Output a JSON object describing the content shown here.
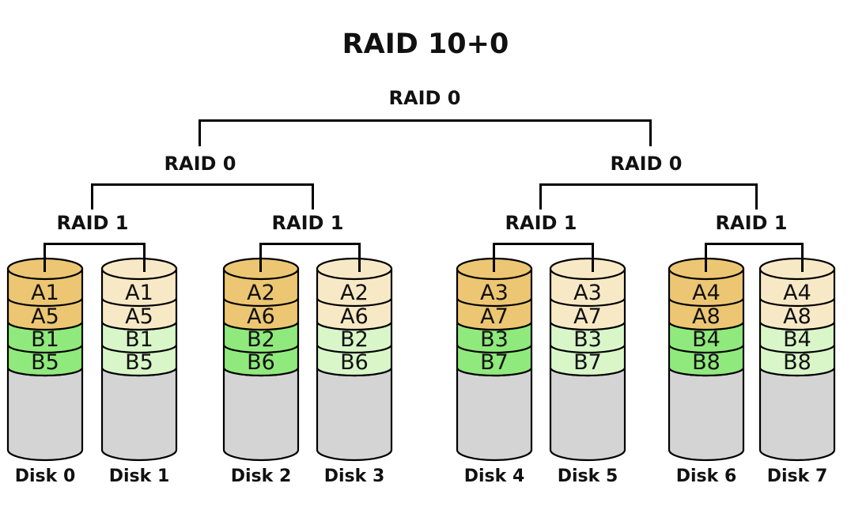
{
  "title": "RAID 10+0",
  "colors": {
    "stripe_a": "#ecc672",
    "stripe_a_mirror": "#f8e9c6",
    "stripe_b": "#90e97c",
    "stripe_b_mirror": "#d9f6c9",
    "disk_body": "#d4d4d4",
    "line": "#000000",
    "label_text": "#111111"
  },
  "tree": {
    "root_label": "RAID 0",
    "level2_labels": [
      "RAID 0",
      "RAID 0"
    ],
    "mirror_labels": [
      "RAID 1",
      "RAID 1",
      "RAID 1",
      "RAID 1"
    ]
  },
  "disks": [
    {
      "name": "Disk 0",
      "blocks": [
        "A1",
        "A5",
        "B1",
        "B5"
      ]
    },
    {
      "name": "Disk 1",
      "blocks": [
        "A1",
        "A5",
        "B1",
        "B5"
      ]
    },
    {
      "name": "Disk 2",
      "blocks": [
        "A2",
        "A6",
        "B2",
        "B6"
      ]
    },
    {
      "name": "Disk 3",
      "blocks": [
        "A2",
        "A6",
        "B2",
        "B6"
      ]
    },
    {
      "name": "Disk 4",
      "blocks": [
        "A3",
        "A7",
        "B3",
        "B7"
      ]
    },
    {
      "name": "Disk 5",
      "blocks": [
        "A3",
        "A7",
        "B3",
        "B7"
      ]
    },
    {
      "name": "Disk 6",
      "blocks": [
        "A4",
        "A8",
        "B4",
        "B8"
      ]
    },
    {
      "name": "Disk 7",
      "blocks": [
        "A4",
        "A8",
        "B4",
        "B8"
      ]
    }
  ]
}
